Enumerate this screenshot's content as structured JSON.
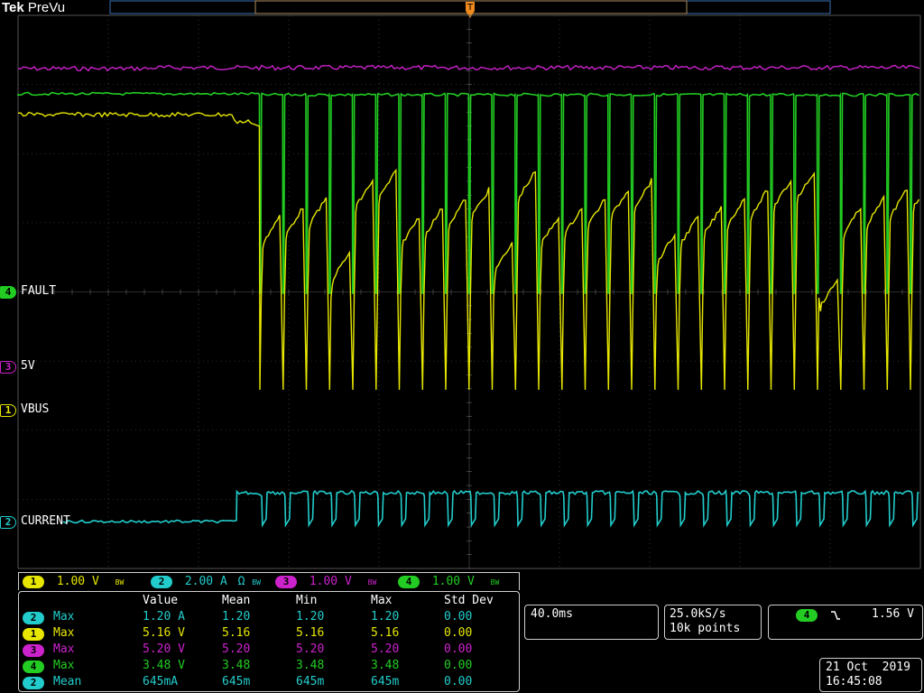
{
  "header": {
    "brand": "Tek",
    "mode": "PreVu"
  },
  "channels": [
    {
      "num": "4",
      "name": "FAULT",
      "color": "#22cc22",
      "scale": "1.00 V"
    },
    {
      "num": "3",
      "name": "5V",
      "color": "#cc22cc",
      "scale": "1.00 V"
    },
    {
      "num": "1",
      "name": "VBUS",
      "color": "#e6e600",
      "scale": "1.00 V"
    },
    {
      "num": "2",
      "name": "CURRENT",
      "color": "#22cccc",
      "scale": "2.00 A"
    }
  ],
  "scale_bar": {
    "ch1": "1.00 V",
    "ch2": "2.00 A",
    "ch3": "1.00 V",
    "ch4": "1.00 V",
    "bw_symbol": "BW",
    "ohm_symbol": "Ω"
  },
  "measurements": {
    "headers": [
      "Value",
      "Mean",
      "Min",
      "Max",
      "Std Dev"
    ],
    "rows": [
      {
        "ch": "2",
        "type": "Max",
        "value": "1.20 A",
        "mean": "1.20",
        "min": "1.20",
        "max": "1.20",
        "std": "0.00",
        "color": "#22cccc"
      },
      {
        "ch": "1",
        "type": "Max",
        "value": "5.16 V",
        "mean": "5.16",
        "min": "5.16",
        "max": "5.16",
        "std": "0.00",
        "color": "#e6e600"
      },
      {
        "ch": "3",
        "type": "Max",
        "value": "5.20 V",
        "mean": "5.20",
        "min": "5.20",
        "max": "5.20",
        "std": "0.00",
        "color": "#cc22cc"
      },
      {
        "ch": "4",
        "type": "Max",
        "value": "3.48 V",
        "mean": "3.48",
        "min": "3.48",
        "max": "3.48",
        "std": "0.00",
        "color": "#22cc22"
      },
      {
        "ch": "2",
        "type": "Mean",
        "value": "645mA",
        "mean": "645m",
        "min": "645m",
        "max": "645m",
        "std": "0.00",
        "color": "#22cccc"
      }
    ]
  },
  "timebase": {
    "per_div": "40.0ms"
  },
  "acquisition": {
    "rate": "25.0kS/s",
    "points": "10k points"
  },
  "trigger": {
    "source": "4",
    "slope": "falling",
    "level": "1.56 V"
  },
  "datetime": {
    "date": "21 Oct  2019",
    "time": "16:45:08"
  },
  "chart_data": {
    "type": "line",
    "title": "",
    "xlabel": "",
    "ylabel": "",
    "grid": true,
    "divisions": {
      "x": 10,
      "y": 8
    },
    "time_per_div_ms": 40,
    "xlim_ms": [
      0,
      400
    ],
    "series": [
      {
        "name": "FAULT",
        "channel": "4",
        "description": "Fault flag: high (3.48 V) until ~107 ms, then repeated fault pulses at ~10.3 ms period",
        "x_ms": [
          0,
          107,
          107.1,
          109,
          109.5,
          118
        ],
        "high_V": 3.48,
        "pulse_period_ms": 10.3,
        "pulse_start_ms": 107
      },
      {
        "name": "5V",
        "channel": "3",
        "description": "5V rail steady",
        "value_V": 5.2
      },
      {
        "name": "VBUS",
        "channel": "1",
        "description": "VBUS ~5.16 V until ~107 ms then sawtooth dropping near 0 with each fault pulse",
        "max_V": 5.16,
        "pulse_period_ms": 10.3,
        "pulse_start_ms": 107
      },
      {
        "name": "CURRENT",
        "channel": "2",
        "description": "Current low until ~97 ms, then ~1.2 A with dips each fault period",
        "max_A": 1.2,
        "mean_A": 0.645,
        "pulse_period_ms": 10.3,
        "step_ms": 97
      }
    ]
  }
}
